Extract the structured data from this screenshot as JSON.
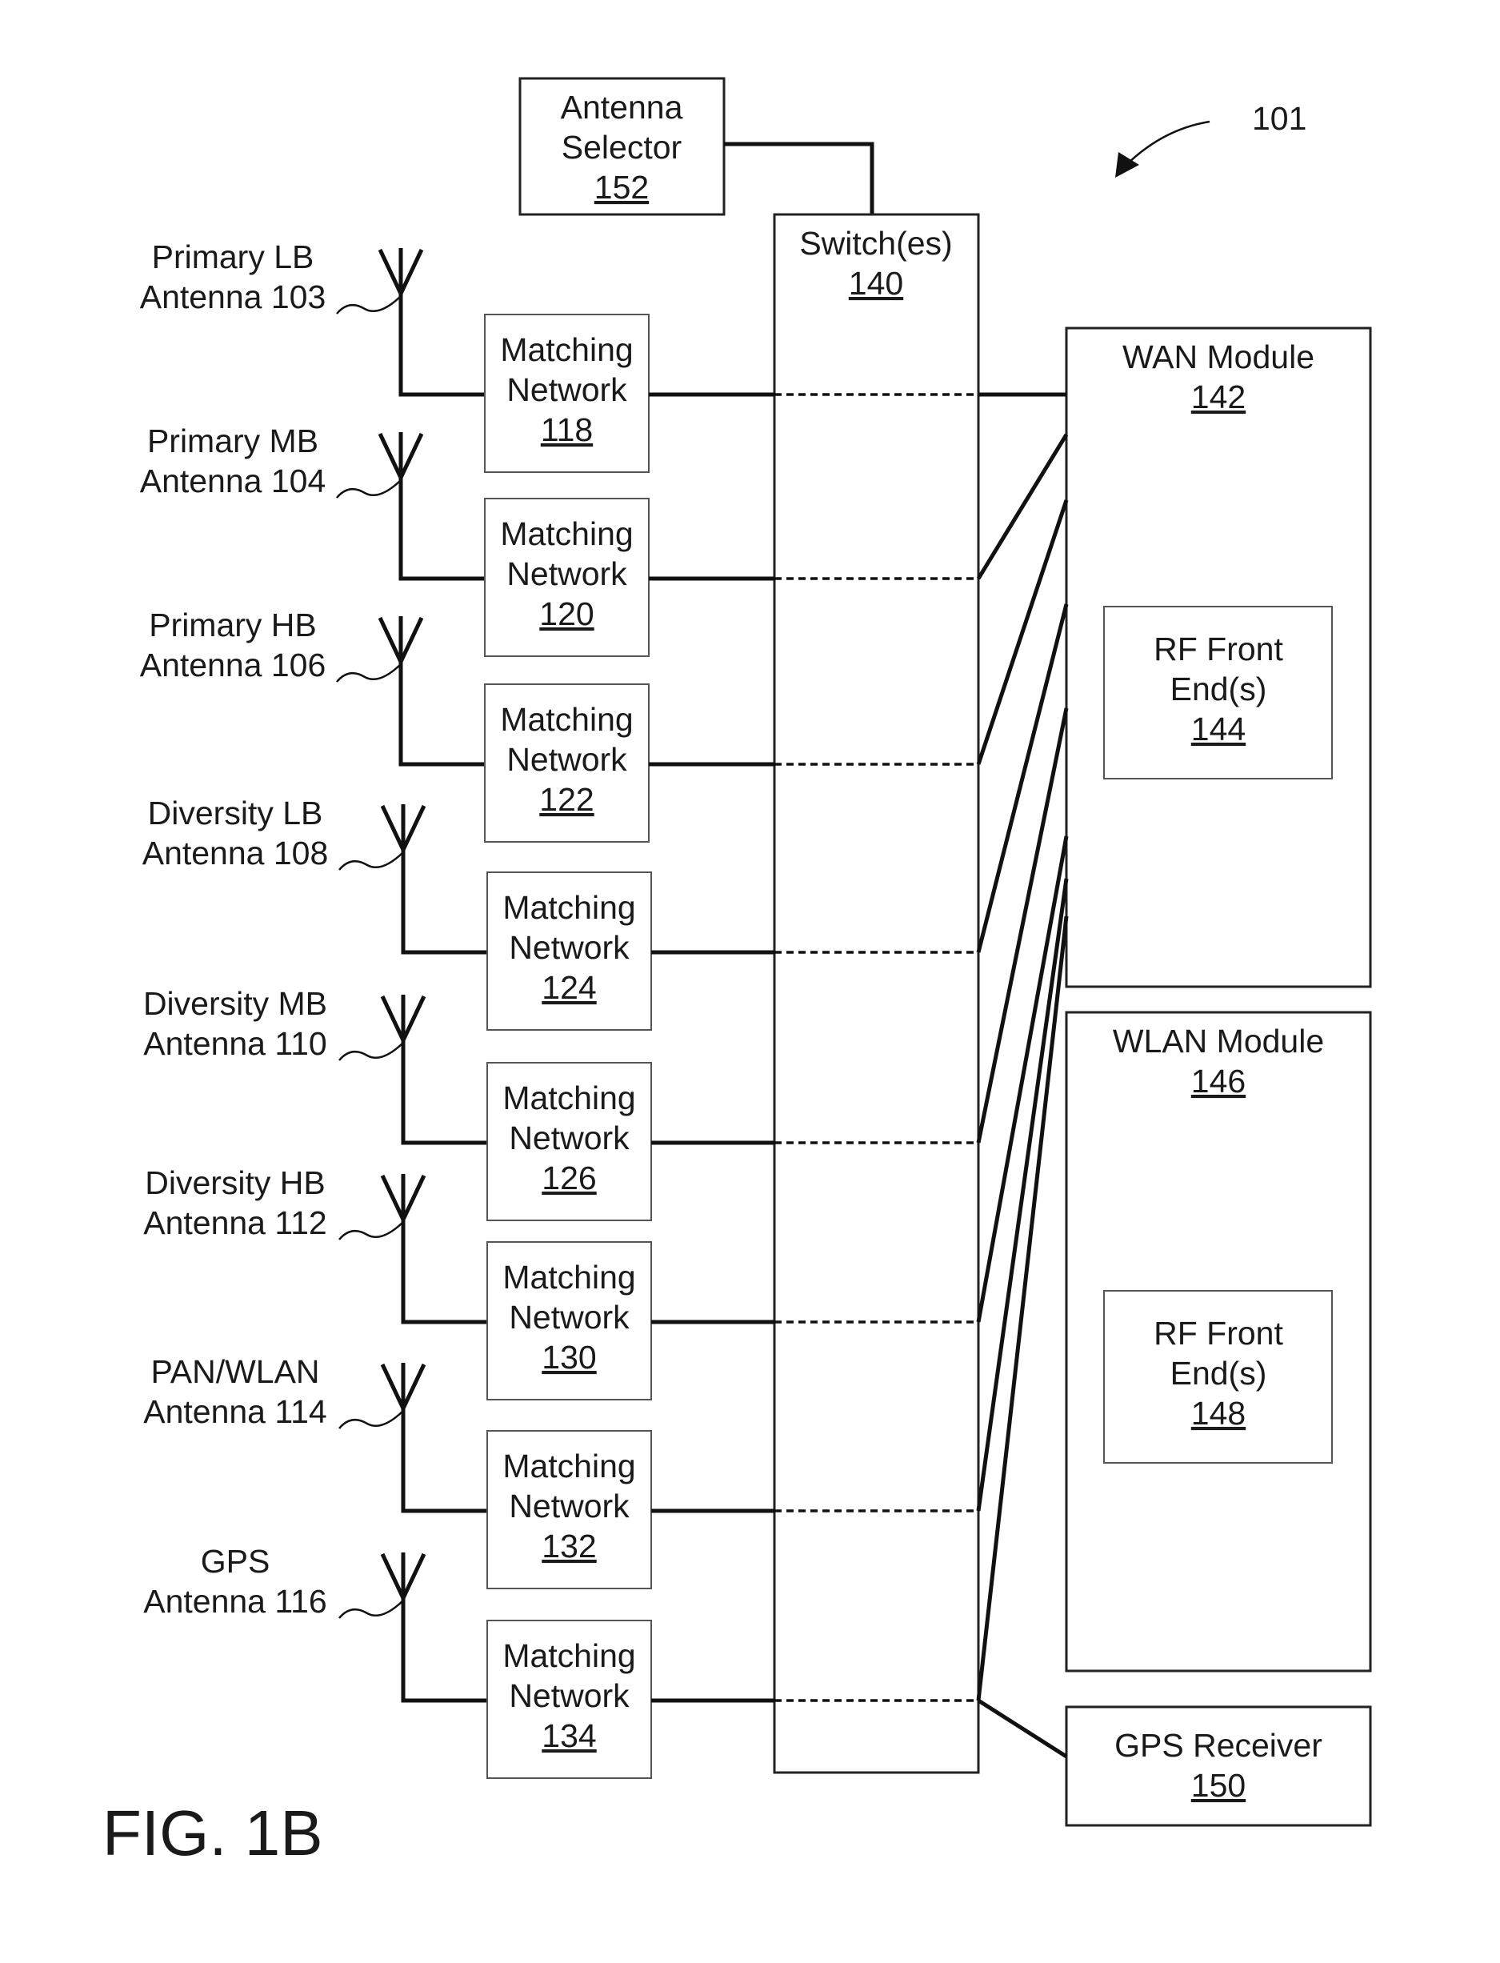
{
  "figure_label": "FIG. 1B",
  "reference": "101",
  "antenna_selector": {
    "line1": "Antenna",
    "line2": "Selector",
    "ref": "152"
  },
  "switch": {
    "label": "Switch(es)",
    "ref": "140"
  },
  "wan_module": {
    "label": "WAN Module",
    "ref": "142"
  },
  "rf_front_end_wan": {
    "line1": "RF Front",
    "line2": "End(s)",
    "ref": "144"
  },
  "wlan_module": {
    "label": "WLAN Module",
    "ref": "146"
  },
  "rf_front_end_wlan": {
    "line1": "RF Front",
    "line2": "End(s)",
    "ref": "148"
  },
  "gps_receiver": {
    "label": "GPS Receiver",
    "ref": "150"
  },
  "antennas": [
    {
      "line1": "Primary LB",
      "line2": "Antenna 103"
    },
    {
      "line1": "Primary MB",
      "line2": "Antenna 104"
    },
    {
      "line1": "Primary HB",
      "line2": "Antenna 106"
    },
    {
      "line1": "Diversity LB",
      "line2": "Antenna 108"
    },
    {
      "line1": "Diversity MB",
      "line2": "Antenna 110"
    },
    {
      "line1": "Diversity HB",
      "line2": "Antenna 112"
    },
    {
      "line1": "PAN/WLAN",
      "line2": "Antenna 114"
    },
    {
      "line1": "GPS",
      "line2": "Antenna 116"
    }
  ],
  "matching_networks": [
    {
      "line1": "Matching",
      "line2": "Network",
      "ref": "118"
    },
    {
      "line1": "Matching",
      "line2": "Network",
      "ref": "120"
    },
    {
      "line1": "Matching",
      "line2": "Network",
      "ref": "122"
    },
    {
      "line1": "Matching",
      "line2": "Network",
      "ref": "124"
    },
    {
      "line1": "Matching",
      "line2": "Network",
      "ref": "126"
    },
    {
      "line1": "Matching",
      "line2": "Network",
      "ref": "130"
    },
    {
      "line1": "Matching",
      "line2": "Network",
      "ref": "132"
    },
    {
      "line1": "Matching",
      "line2": "Network",
      "ref": "134"
    }
  ]
}
